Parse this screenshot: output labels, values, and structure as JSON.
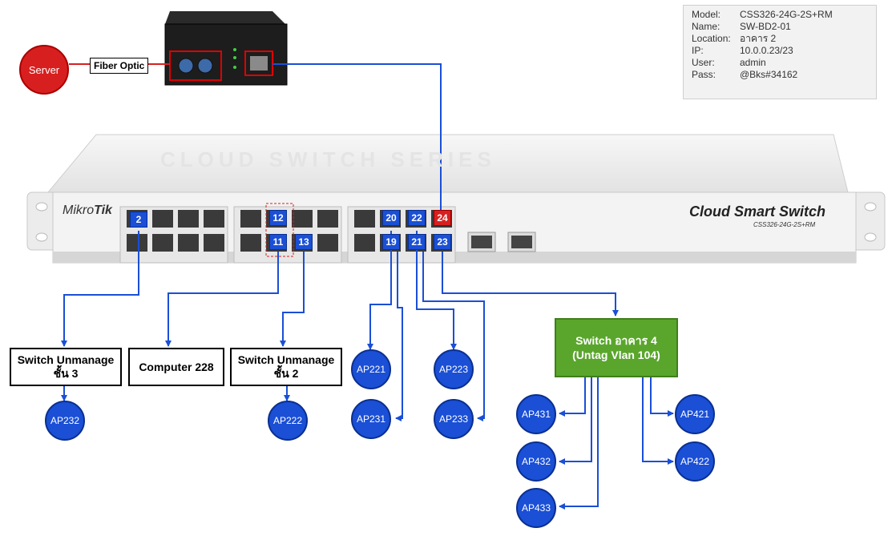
{
  "info": {
    "rows": [
      {
        "key": "Model:",
        "value": "CSS326-24G-2S+RM"
      },
      {
        "key": "Name:",
        "value": "SW-BD2-01"
      },
      {
        "key": "Location:",
        "value": "อาคาร 2"
      },
      {
        "key": "IP:",
        "value": "10.0.0.23/23"
      },
      {
        "key": "User:",
        "value": "admin"
      },
      {
        "key": "Pass:",
        "value": "@Bks#34162"
      }
    ]
  },
  "server": {
    "label": "Server"
  },
  "fiber": {
    "label": "Fiber Optic"
  },
  "switch_device": {
    "brand_prefix": "Mikro",
    "brand_suffix": "Tik",
    "series": "CLOUD SWITCH SERIES",
    "title": "Cloud Smart Switch",
    "model": "CSS326-24G-2S+RM"
  },
  "ports": {
    "p2": "2",
    "p12": "12",
    "p11": "11",
    "p13": "13",
    "p20": "20",
    "p22": "22",
    "p24": "24",
    "p19": "19",
    "p21": "21",
    "p23": "23"
  },
  "devices": {
    "sw_floor3": {
      "line1": "Switch Unmanage",
      "line2": "ชั้น 3"
    },
    "computer": {
      "line1": "Computer 228"
    },
    "sw_floor2": {
      "line1": "Switch Unmanage",
      "line2": "ชั้น 2"
    },
    "sw_building4": {
      "line1": "Switch อาคาร 4",
      "line2": "(Untag Vlan 104)"
    }
  },
  "aps": {
    "ap232": "AP232",
    "ap222": "AP222",
    "ap221": "AP221",
    "ap223": "AP223",
    "ap231": "AP231",
    "ap233": "AP233",
    "ap431": "AP431",
    "ap421": "AP421",
    "ap432": "AP432",
    "ap422": "AP422",
    "ap433": "AP433"
  },
  "colors": {
    "link": "#1a4fd6",
    "accent_red": "#d81f1f",
    "switch_green": "#5aa62c"
  }
}
